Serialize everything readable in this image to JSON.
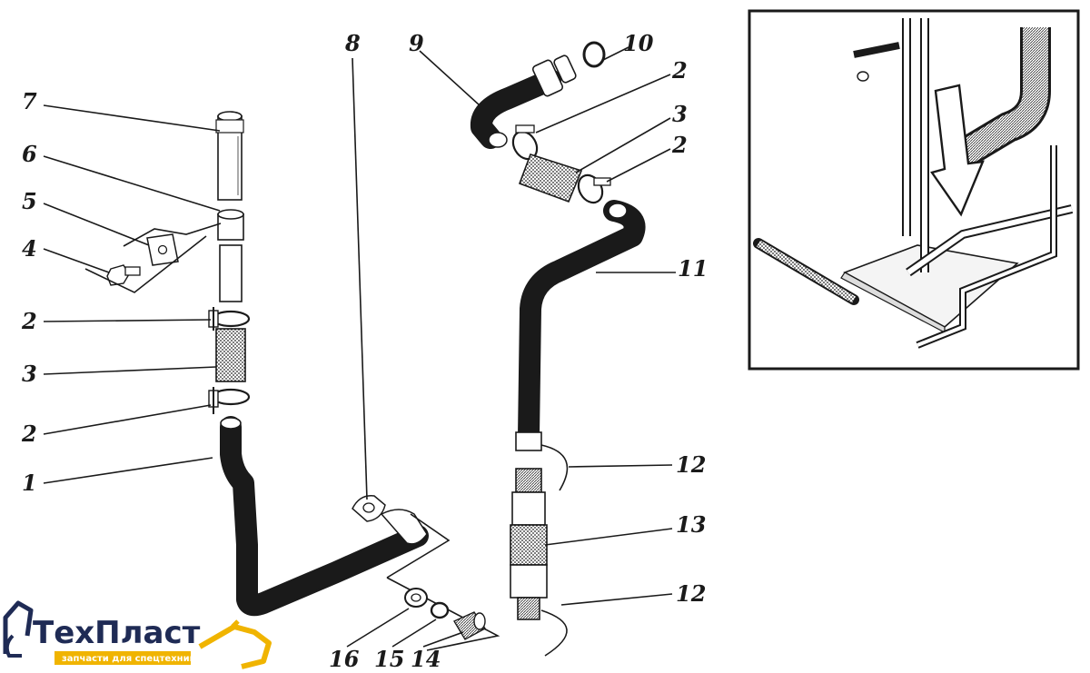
{
  "labels": {
    "l1": "1",
    "l2a": "2",
    "l2b": "2",
    "l2c": "2",
    "l2d": "2",
    "l3a": "3",
    "l3b": "3",
    "l4": "4",
    "l5": "5",
    "l6": "6",
    "l7": "7",
    "l8": "8",
    "l9": "9",
    "l10": "10",
    "l11": "11",
    "l12a": "12",
    "l12b": "12",
    "l13": "13",
    "l14": "14",
    "l15": "15",
    "l16": "16"
  },
  "logo": {
    "brand": "ТехПласт",
    "subtitle": "запчасти для спецтехники",
    "accent_color": "#f0b400",
    "text_color": "#1f2b55"
  }
}
